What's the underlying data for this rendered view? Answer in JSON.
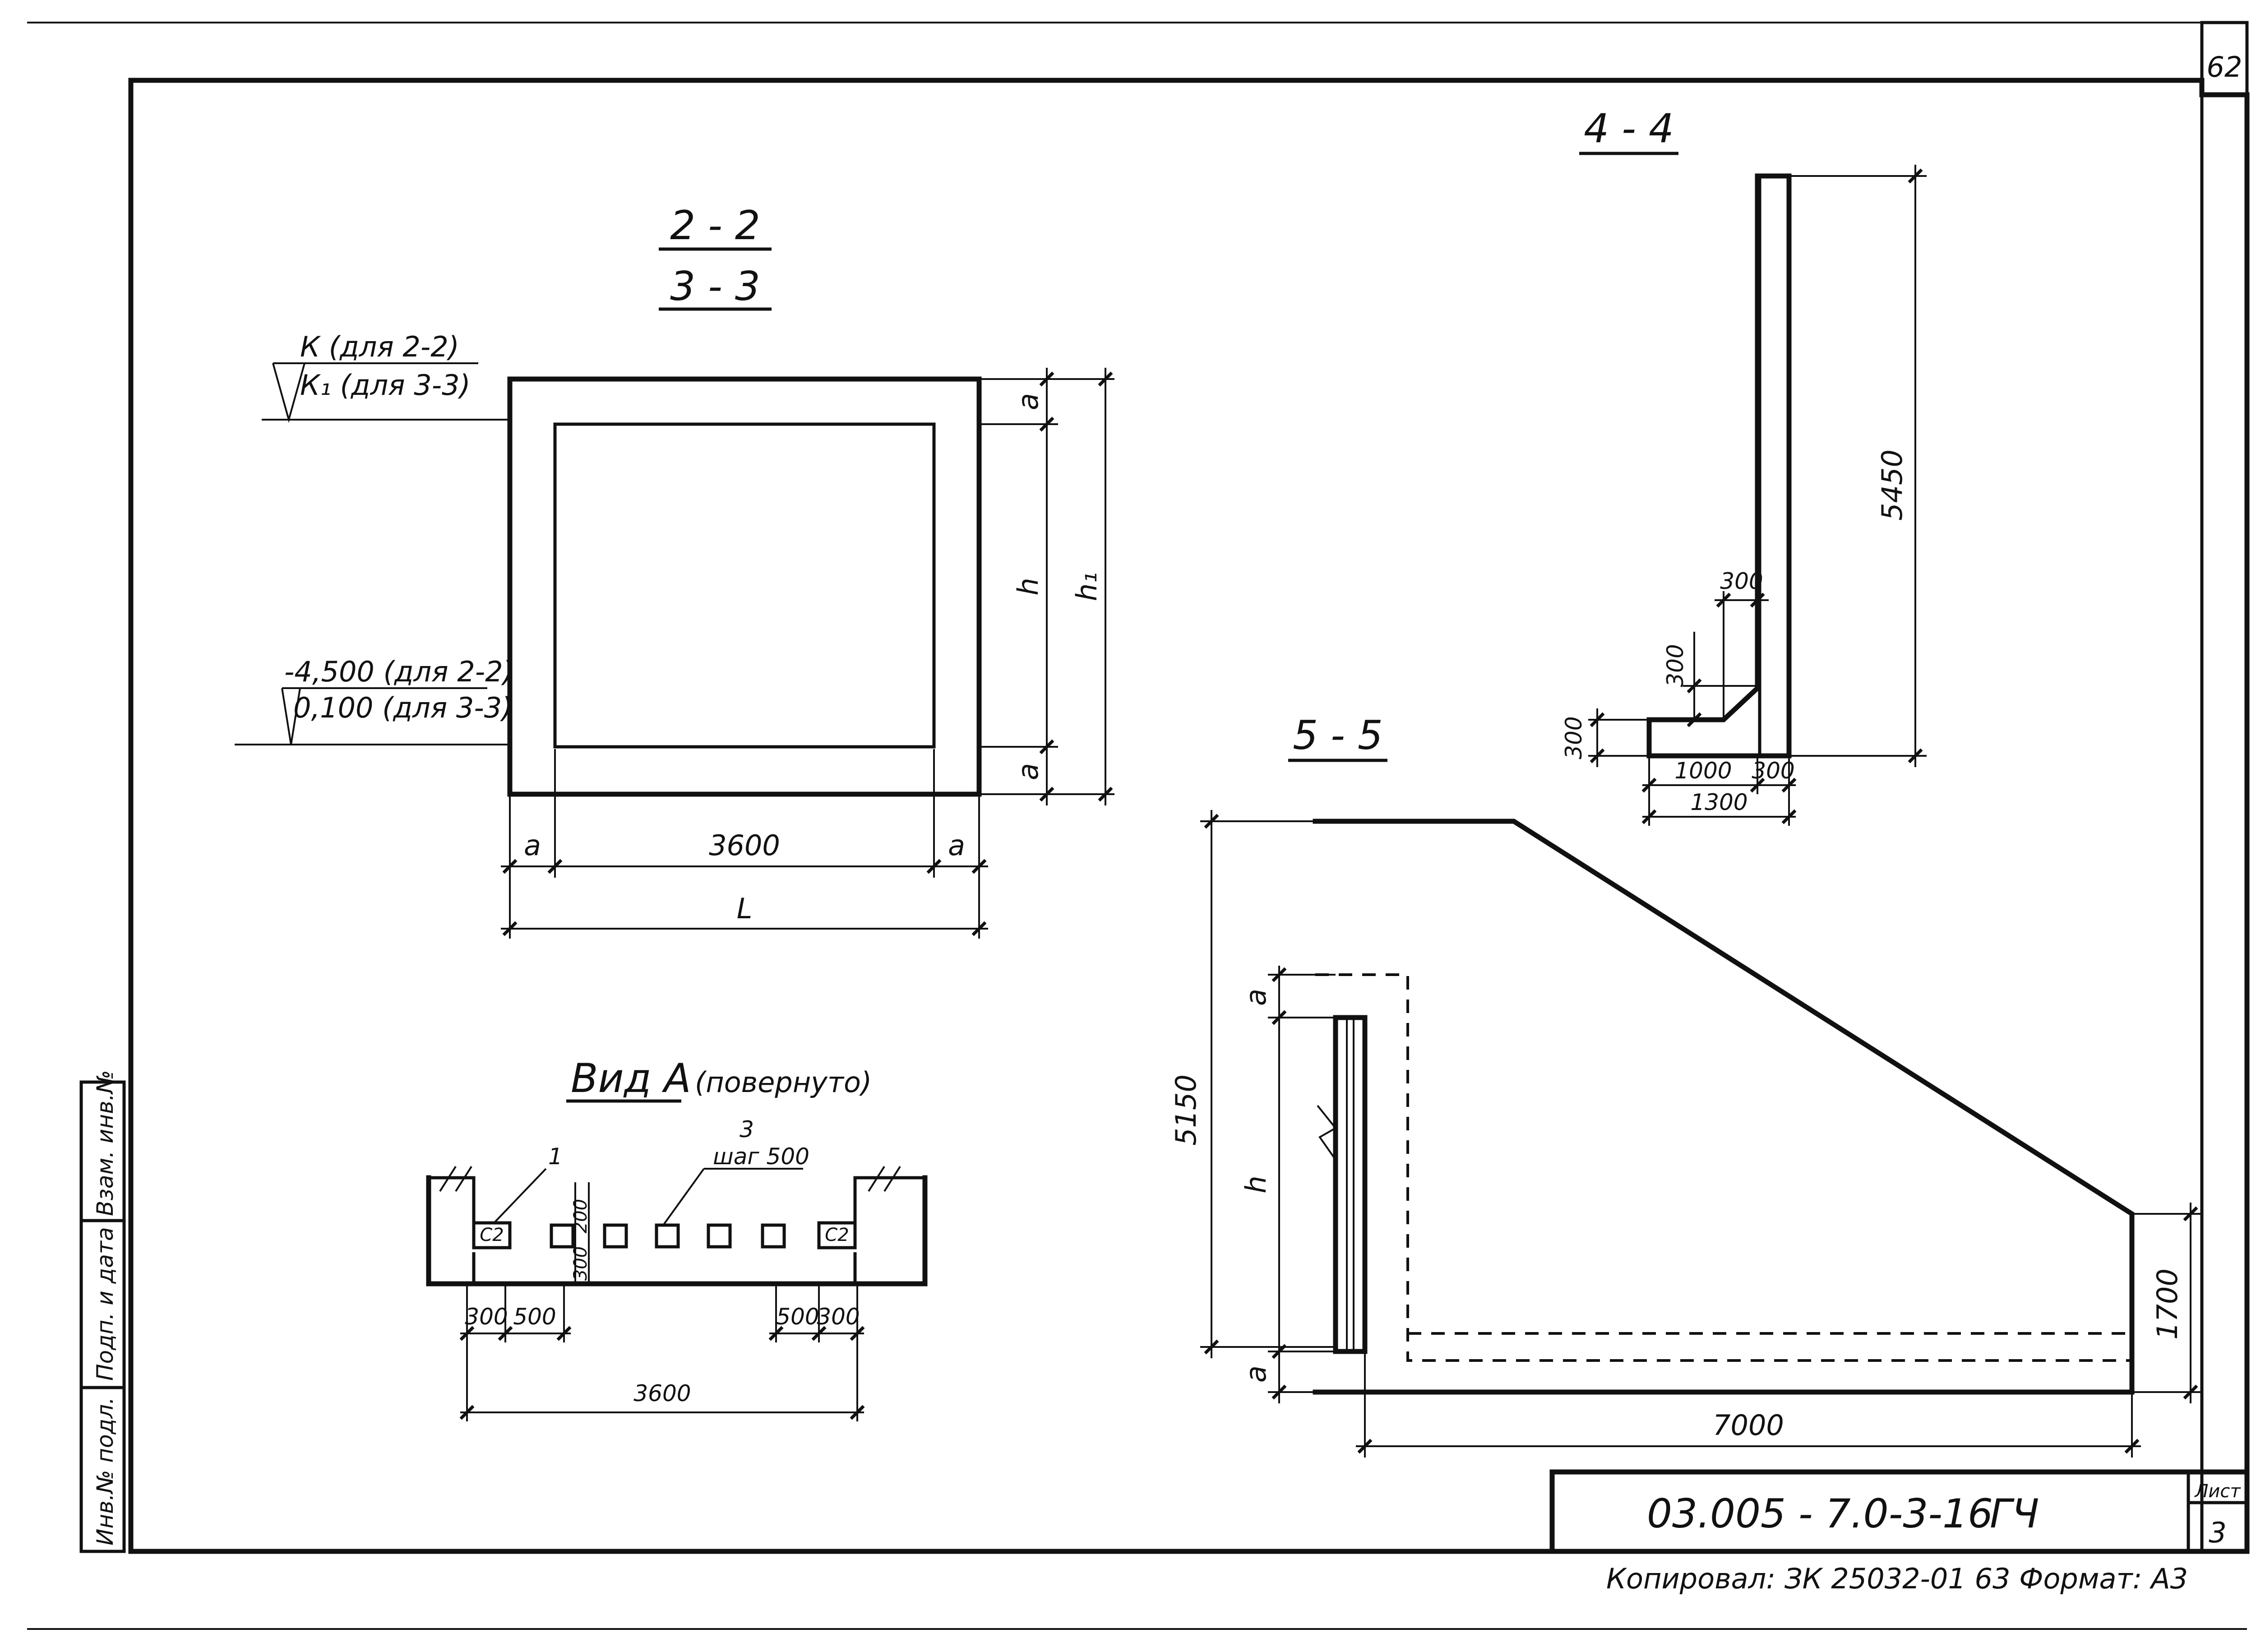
{
  "sheet": {
    "page_number": "62",
    "doc_code": "03.005 - 7.0-3-16",
    "doc_type": "ГЧ",
    "sheet_label": "Лист",
    "sheet_number": "3",
    "footer": "Копировал: ЗК 25032-01  63 Формат: А3"
  },
  "side_stamp": {
    "inv_no": "Инв.№ подл.",
    "sign_date": "Подп. и дата",
    "replace_inv": "Взам. инв.№"
  },
  "section22": {
    "title_a": "2 - 2",
    "title_b": "3 - 3",
    "top_mark_a": "К (для 2-2)",
    "top_mark_b": "К₁ (для 3-3)",
    "bot_mark_a": "-4,500 (для 2-2)",
    "bot_mark_b": "0,100 (для 3-3)",
    "dim_a": "a",
    "dim_h": "h",
    "dim_h1": "h₁",
    "dim_width": "3600",
    "dim_L": "L"
  },
  "view_a": {
    "title": "Вид А",
    "title_note": "(повернуто)",
    "callout_1": "1",
    "callout_3": "3",
    "callout_step": "шаг 500",
    "c2": "С2",
    "dim_200": "200",
    "dim_300": "300",
    "dim_500": "500",
    "dim_3600": "3600"
  },
  "section44": {
    "title": "4 - 4",
    "dim_height": "5450",
    "dim_300": "300",
    "dim_1000": "1000",
    "dim_1300": "1300"
  },
  "section55": {
    "title": "5 - 5",
    "dim_5150": "5150",
    "dim_1700": "1700",
    "dim_7000": "7000",
    "dim_a": "a",
    "dim_h": "h"
  }
}
